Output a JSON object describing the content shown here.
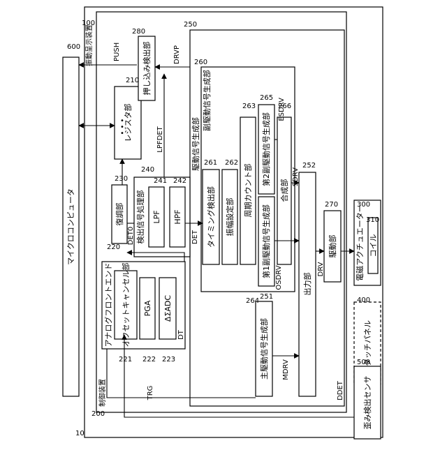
{
  "refs": {
    "r10": "10",
    "r100": "100",
    "r200": "200",
    "r210": "210",
    "r220": "220",
    "r221": "221",
    "r222": "222",
    "r223": "223",
    "r230": "230",
    "r240": "240",
    "r241": "241",
    "r242": "242",
    "r250": "250",
    "r251": "251",
    "r252": "252",
    "r260": "260",
    "r261": "261",
    "r262": "262",
    "r263": "263",
    "r264": "264",
    "r265": "265",
    "r266": "266",
    "r270": "270",
    "r280": "280",
    "r300": "300",
    "r310": "310",
    "r400": "400",
    "r500": "500",
    "r600": "600"
  },
  "blocks": {
    "vibration_display_device": "振動呈示装置",
    "control_device": "制御装置",
    "microcomputer": "マイクロコンピュータ",
    "register": "レジスタ部",
    "press_detection": "押し込み検出部",
    "analog_front_end": "アナログフロントエンド",
    "offset_cancel": "オフセットキャンセル部",
    "pga": "PGA",
    "adc": "ΔΣADC",
    "demodulator": "復調部",
    "detection_signal_processing": "検出信号処理部",
    "lpf": "LPF",
    "hpf": "HPF",
    "drive_signal_generator": "駆動信号生成部",
    "sub_drive_signal_generator": "副駆動信号生成部",
    "timing_detection": "タイミング検出部",
    "amplitude_setting": "振幅設定部",
    "period_count": "周期カウント部",
    "first_sub_drive": "第1副駆動信号生成部",
    "second_sub_drive": "第2副駆動信号生成部",
    "combiner": "合成部",
    "main_drive": "主駆動信号生成部",
    "output": "出力部",
    "driver": "駆動部",
    "actuator": "電磁アクチュエーター",
    "coil": "コイル",
    "touch_panel": "タッチパネル",
    "strain_sensor": "歪み検出センサ"
  },
  "signals": {
    "push": "PUSH",
    "drvp": "DRVP",
    "lpfdet": "LPFDET",
    "esdrv": "ESDRV",
    "sdrv": "SDRV",
    "det0": "DET0",
    "det": "DET",
    "osdrv": "OSDRV",
    "drv": "DRV",
    "dt": "DT",
    "trg": "TRG",
    "mdrv": "MDRV",
    "ddet": "DDET"
  },
  "glyphs": {
    "bullets": "•\n•\n•"
  }
}
